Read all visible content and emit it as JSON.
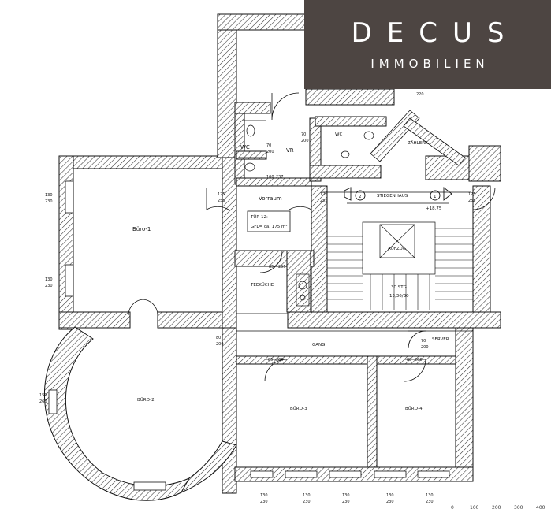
{
  "logo": {
    "brand": "DECUS",
    "subtitle": "IMMOBILIEN"
  },
  "colors": {
    "logo_bg": "#4d4542",
    "wall": "#111111",
    "logo_text": "#ffffff"
  },
  "rooms": {
    "buero1": "Büro-1",
    "buero2": "BÜRO-2",
    "buero3": "BÜRO-3",
    "buero4": "BÜRO-4",
    "vorraum": "Vorraum",
    "teekueche": "TEEKÜCHE",
    "gang": "GANG",
    "server": "SERVER",
    "wc1": "WC",
    "wc2": "WC",
    "vr": "VR",
    "stiegenhaus": "STIEGENHAUS",
    "zaehlerr": "ZÄHLERR.",
    "aufzug": "AUFZUG"
  },
  "info": {
    "tuer": "TÜR 12:",
    "gfl": "GFL= ca. 175 m²"
  },
  "markers": {
    "m1": "1",
    "m2": "2",
    "level": "+18,75"
  },
  "stairs": {
    "steps": "30 STG",
    "size": "13,36/30"
  },
  "scale_labels": [
    "0",
    "100",
    "200",
    "300",
    "400"
  ],
  "dims": {
    "d_130_230": [
      "130",
      "230"
    ],
    "d_150_260": [
      "150",
      "260"
    ],
    "d_125_255": [
      "125",
      "255"
    ],
    "d_70_200": [
      "70",
      "200"
    ],
    "d_80_200": [
      "80",
      "200"
    ],
    "d_85_200": [
      "85",
      "200"
    ],
    "d_100_237": [
      "100",
      "237"
    ],
    "d_85_255": [
      "85",
      "255"
    ],
    "d_220": "220"
  }
}
